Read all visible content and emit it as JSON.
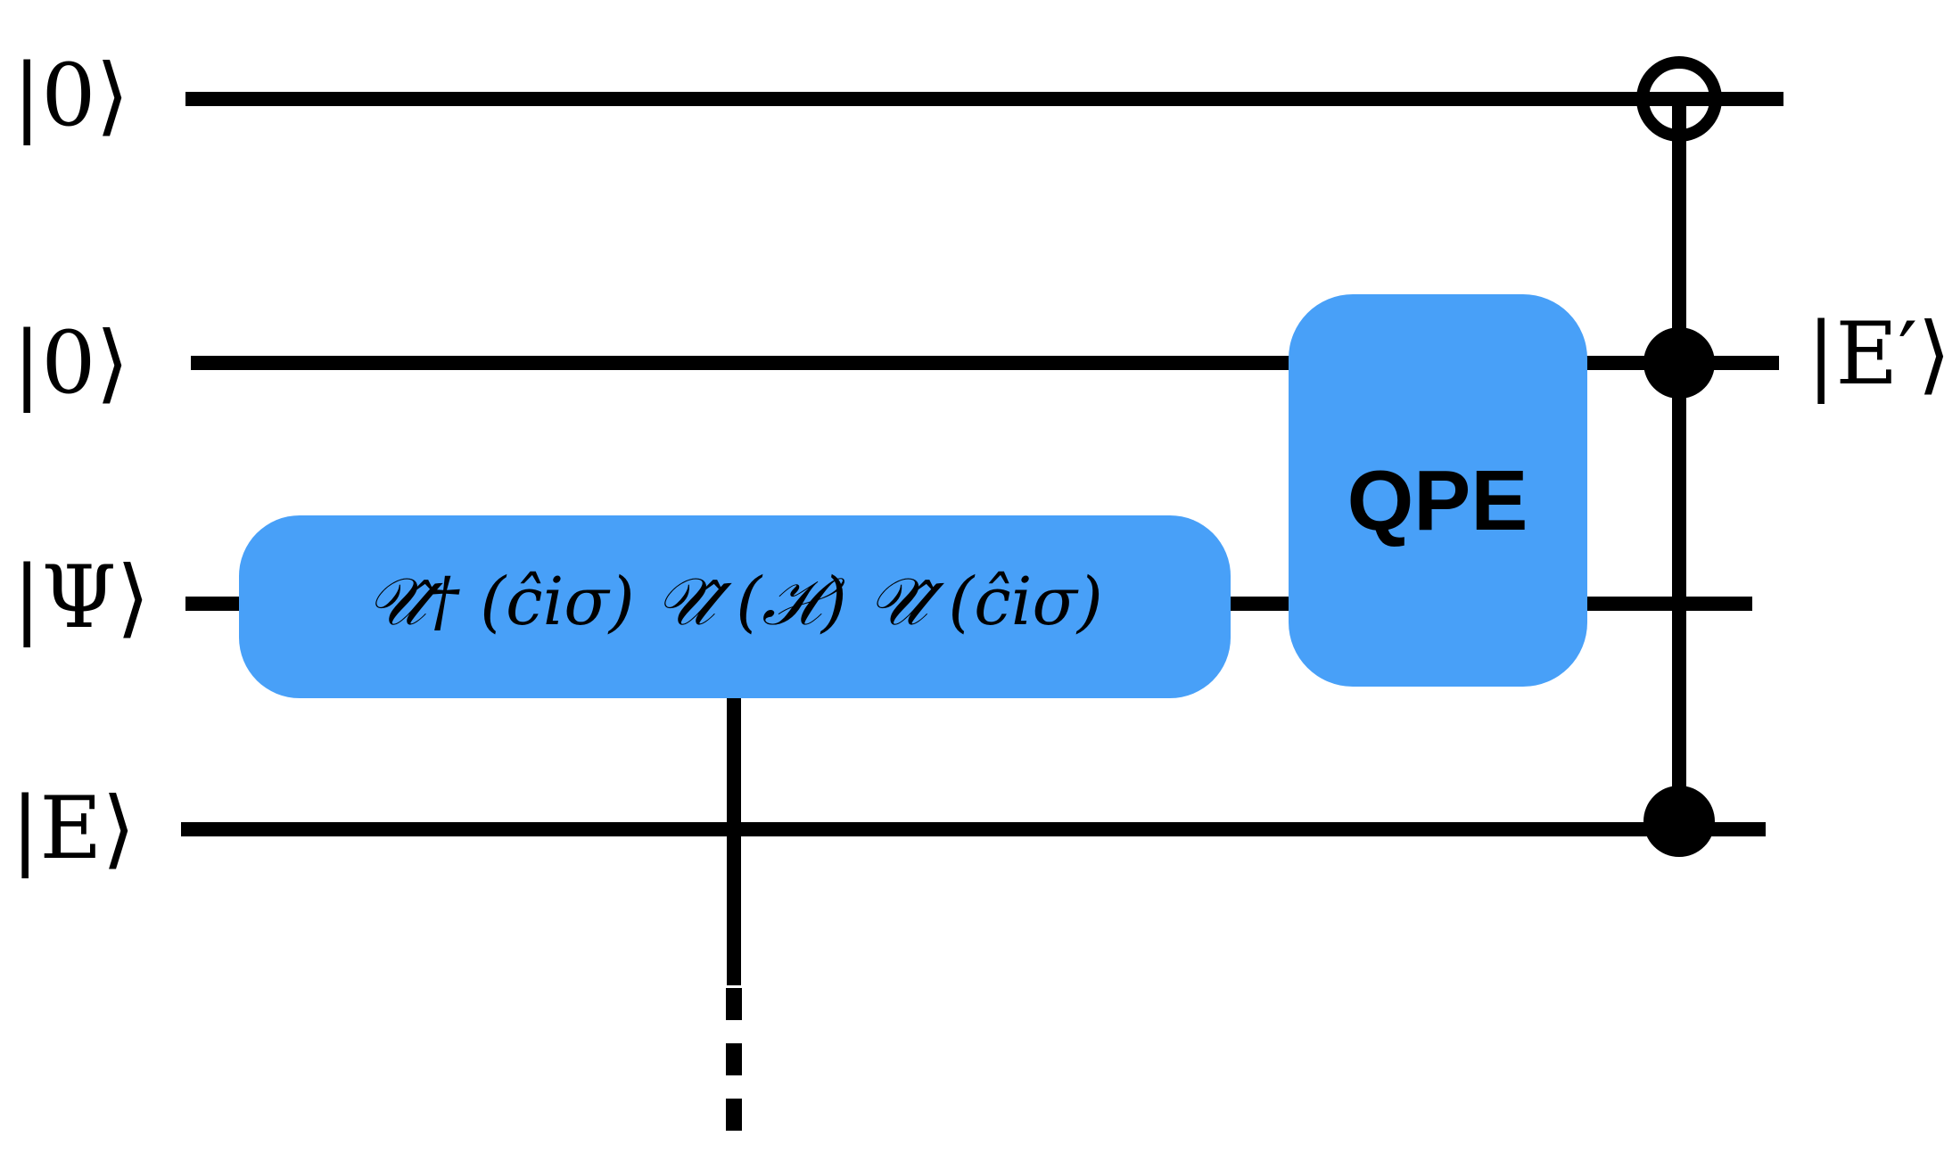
{
  "qubits": [
    {
      "input_label": "|0⟩",
      "output_label": ""
    },
    {
      "input_label": "|0⟩",
      "output_label": "|E′⟩"
    },
    {
      "input_label": "|Ψ⟩",
      "output_label": ""
    },
    {
      "input_label": "|E⟩",
      "output_label": ""
    }
  ],
  "gates": {
    "unitary_block": {
      "expression": "𝒰̂† (ĉiσ) 𝒰̂ (ℋ) 𝒰̂ (ĉiσ)",
      "color": "#48a0f8"
    },
    "qpe_block": {
      "label": "QPE",
      "color": "#48a0f8"
    }
  },
  "controlled_not": {
    "target_qubit": 0,
    "control_qubits": [
      1,
      3
    ]
  }
}
